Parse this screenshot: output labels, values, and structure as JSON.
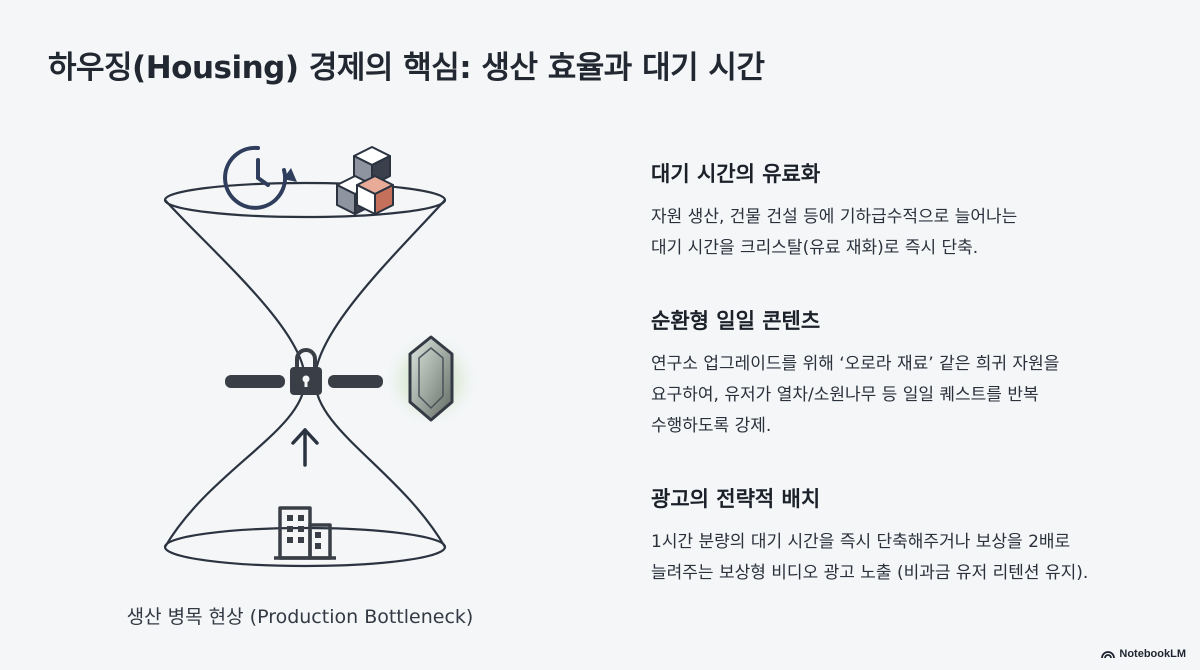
{
  "title": "하우징(Housing) 경제의 핵심: 생산 효율과 대기 시간",
  "diagram": {
    "caption": "생산 병목 현상 (Production Bottleneck)",
    "icons": [
      "clock-refresh-icon",
      "stacked-cubes-icon",
      "lock-icon",
      "crystal-gem-icon",
      "arrow-up-icon",
      "building-icon"
    ],
    "colors": {
      "stroke": "#2b3340",
      "navy": "#2f3e5c",
      "accent_cube": "#c5705a",
      "gem_glow": "#a9c89a"
    }
  },
  "sections": [
    {
      "title": "대기 시간의 유료화",
      "lines": [
        "자원 생산, 건물 건설 등에 기하급수적으로 늘어나는",
        "대기 시간을 크리스탈(유료 재화)로 즉시 단축."
      ]
    },
    {
      "title": "순환형 일일 콘텐츠",
      "lines": [
        "연구소 업그레이드를 위해 ‘오로라 재료’ 같은 희귀 자원을",
        "요구하여, 유저가 열차/소원나무 등 일일 퀘스트를 반복",
        "수행하도록 강제."
      ]
    },
    {
      "title": "광고의 전략적 배치",
      "lines": [
        "1시간 분량의 대기 시간을 즉시 단축해주거나 보상을 2배로",
        "늘려주는 보상형 비디오 광고 노출 (비과금 유저 리텐션 유지)."
      ]
    }
  ],
  "brand": "NotebookLM"
}
